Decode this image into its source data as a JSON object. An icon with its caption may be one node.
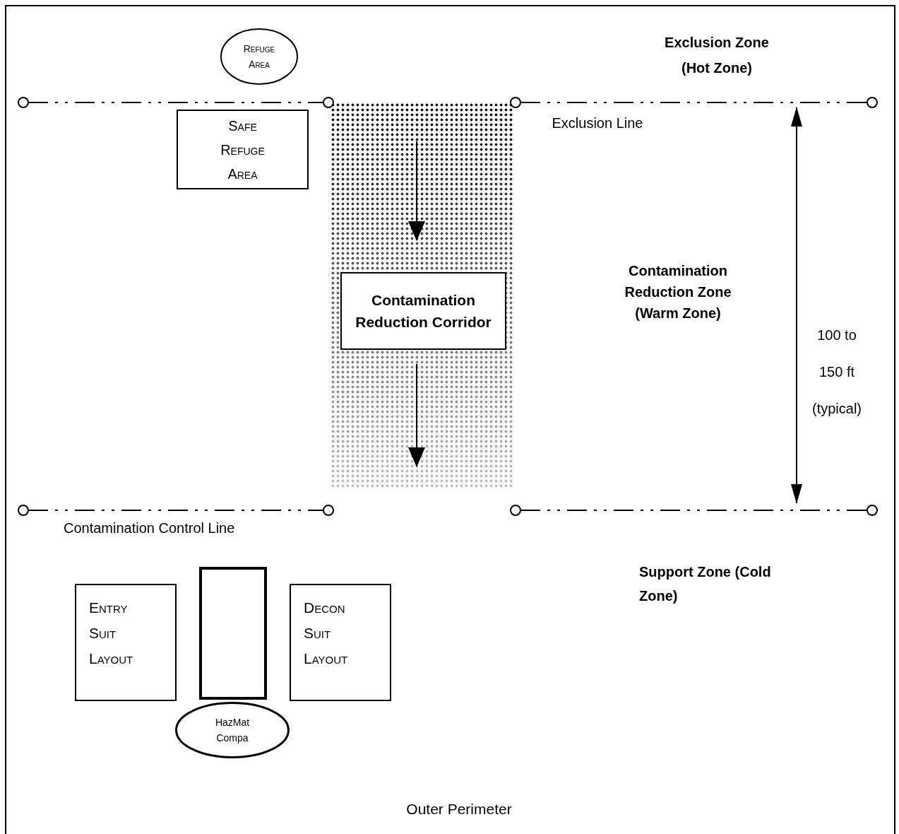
{
  "diagram": {
    "nodes": [
      {
        "text": [
          "Refuge Area"
        ]
      },
      {
        "text": [
          "Safe Refuge Area"
        ]
      },
      {
        "text": [],
        "shape": "box"
      },
      {
        "text": [
          "Contamination Reduction Corridor"
        ],
        "in": 2
      },
      {
        "text": [
          "Entry Suit Layout"
        ]
      },
      {
        "text": [],
        "shape": "box"
      },
      {
        "text": [
          "Decon Suit Layout"
        ]
      },
      {
        "text": [
          "HazMat Compa"
        ]
      }
    ],
    "edges": [],
    "labels": [
      "Exclusion Zone (Hot Zone)",
      "Exclusion Line",
      "Contamination Reduction Zone (Warm Zone)",
      "100 to 150 ft (typical)",
      "Contamination Control Line",
      "Support Zone (Cold Zone)",
      "Outer Perimeter"
    ]
  }
}
